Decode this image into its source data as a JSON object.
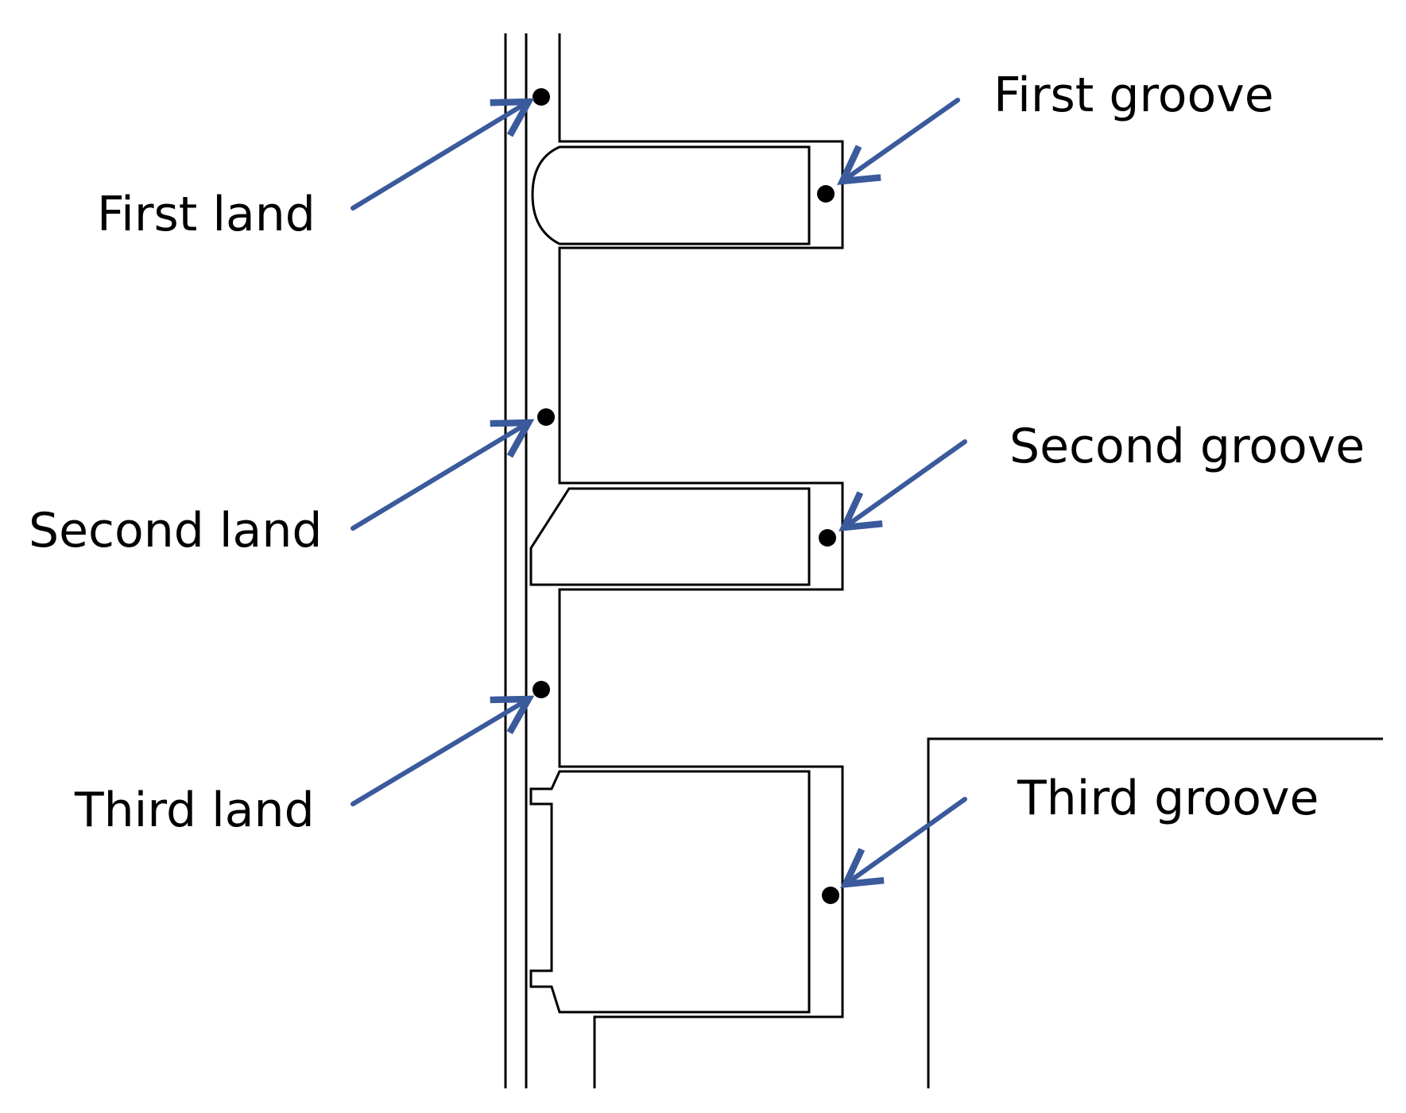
{
  "colors": {
    "arrow": "#3a5a9c",
    "line": "#000000",
    "background": "#ffffff"
  },
  "labels": {
    "first_land": "First land",
    "second_land": "Second land",
    "third_land": "Third land",
    "first_groove": "First groove",
    "second_groove": "Second groove",
    "third_groove": "Third groove"
  }
}
